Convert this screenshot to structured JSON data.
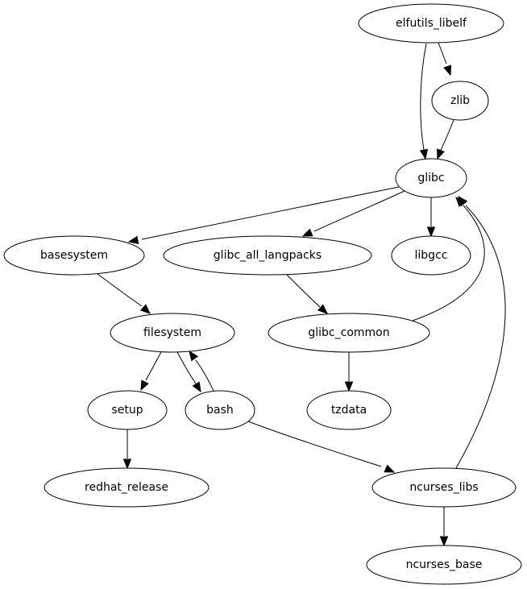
{
  "graph": {
    "type": "directed",
    "nodes": [
      {
        "id": "elfutils_libelf",
        "label": "elfutils_libelf"
      },
      {
        "id": "zlib",
        "label": "zlib"
      },
      {
        "id": "glibc",
        "label": "glibc"
      },
      {
        "id": "basesystem",
        "label": "basesystem"
      },
      {
        "id": "glibc_all_langpacks",
        "label": "glibc_all_langpacks"
      },
      {
        "id": "libgcc",
        "label": "libgcc"
      },
      {
        "id": "filesystem",
        "label": "filesystem"
      },
      {
        "id": "glibc_common",
        "label": "glibc_common"
      },
      {
        "id": "setup",
        "label": "setup"
      },
      {
        "id": "bash",
        "label": "bash"
      },
      {
        "id": "tzdata",
        "label": "tzdata"
      },
      {
        "id": "redhat_release",
        "label": "redhat_release"
      },
      {
        "id": "ncurses_libs",
        "label": "ncurses_libs"
      },
      {
        "id": "ncurses_base",
        "label": "ncurses_base"
      }
    ],
    "edges": [
      {
        "from": "elfutils_libelf",
        "to": "glibc"
      },
      {
        "from": "elfutils_libelf",
        "to": "zlib"
      },
      {
        "from": "zlib",
        "to": "glibc"
      },
      {
        "from": "glibc",
        "to": "basesystem"
      },
      {
        "from": "glibc",
        "to": "glibc_all_langpacks"
      },
      {
        "from": "glibc",
        "to": "libgcc"
      },
      {
        "from": "basesystem",
        "to": "filesystem"
      },
      {
        "from": "glibc_all_langpacks",
        "to": "glibc_common"
      },
      {
        "from": "glibc_common",
        "to": "glibc"
      },
      {
        "from": "glibc_common",
        "to": "tzdata"
      },
      {
        "from": "filesystem",
        "to": "setup"
      },
      {
        "from": "filesystem",
        "to": "bash"
      },
      {
        "from": "bash",
        "to": "filesystem"
      },
      {
        "from": "bash",
        "to": "ncurses_libs"
      },
      {
        "from": "setup",
        "to": "redhat_release"
      },
      {
        "from": "ncurses_libs",
        "to": "glibc"
      },
      {
        "from": "ncurses_libs",
        "to": "ncurses_base"
      }
    ]
  }
}
